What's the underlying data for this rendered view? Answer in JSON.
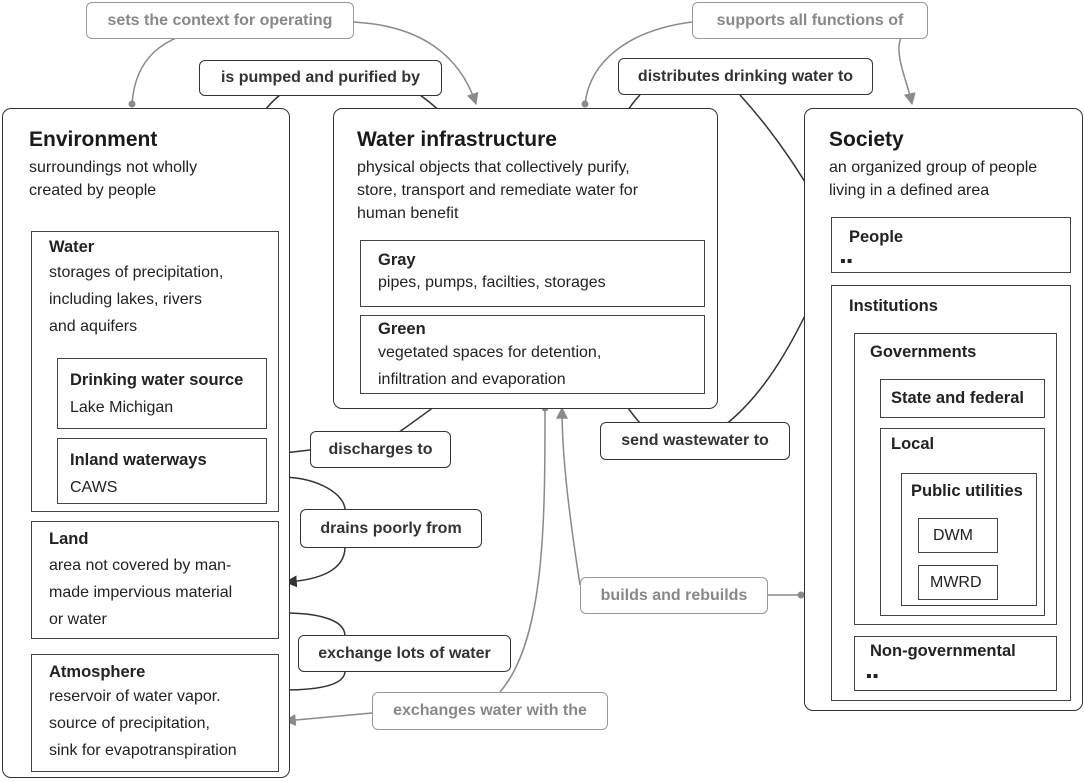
{
  "environment": {
    "title": "Environment",
    "desc": [
      "surroundings not wholly",
      "created by people"
    ],
    "water": {
      "title": "Water",
      "desc": [
        "storages of precipitation,",
        "including lakes, rivers",
        "and aquifers"
      ],
      "drinking": {
        "title": "Drinking water source",
        "value": "Lake Michigan"
      },
      "inland": {
        "title": "Inland waterways",
        "value": "CAWS"
      }
    },
    "land": {
      "title": "Land",
      "desc": [
        "area not covered by man-",
        "made impervious material",
        "or water"
      ]
    },
    "atmosphere": {
      "title": "Atmosphere",
      "desc": [
        "reservoir of water vapor.",
        "source of precipitation,",
        "sink for evapotranspiration"
      ]
    }
  },
  "infrastructure": {
    "title": "Water infrastructure",
    "desc": [
      "physical objects that collectively purify,",
      "store, transport and remediate water for",
      "human benefit"
    ],
    "gray": {
      "title": "Gray",
      "value": "pipes, pumps, facilties, storages"
    },
    "green": {
      "title": "Green",
      "desc": [
        "vegetated spaces for detention,",
        "infiltration and evaporation"
      ]
    }
  },
  "society": {
    "title": "Society",
    "desc": [
      "an organized group of people",
      "living in a defined area"
    ],
    "people": {
      "title": "People",
      "more": "▪▪"
    },
    "institutions": {
      "title": "Institutions",
      "governments": {
        "title": "Governments",
        "state": "State and federal",
        "local": {
          "title": "Local",
          "utilities": {
            "title": "Public utilities",
            "items": [
              "DWM",
              "MWRD"
            ]
          }
        }
      },
      "nongov": {
        "title": "Non-governmental",
        "more": "▪▪"
      }
    }
  },
  "relations": {
    "context": "sets the context for operating",
    "supports": "supports all functions of",
    "pumped": "is pumped and purified by",
    "distributes": "distributes drinking water to",
    "discharges": "discharges to",
    "wastewater": "send wastewater to",
    "drains": "drains poorly from",
    "builds": "builds and rebuilds",
    "exchange_lots": "exchange lots of water",
    "exchanges_with": "exchanges water with the"
  },
  "colors": {
    "dark": "#333333",
    "light": "#8a8a8a"
  }
}
